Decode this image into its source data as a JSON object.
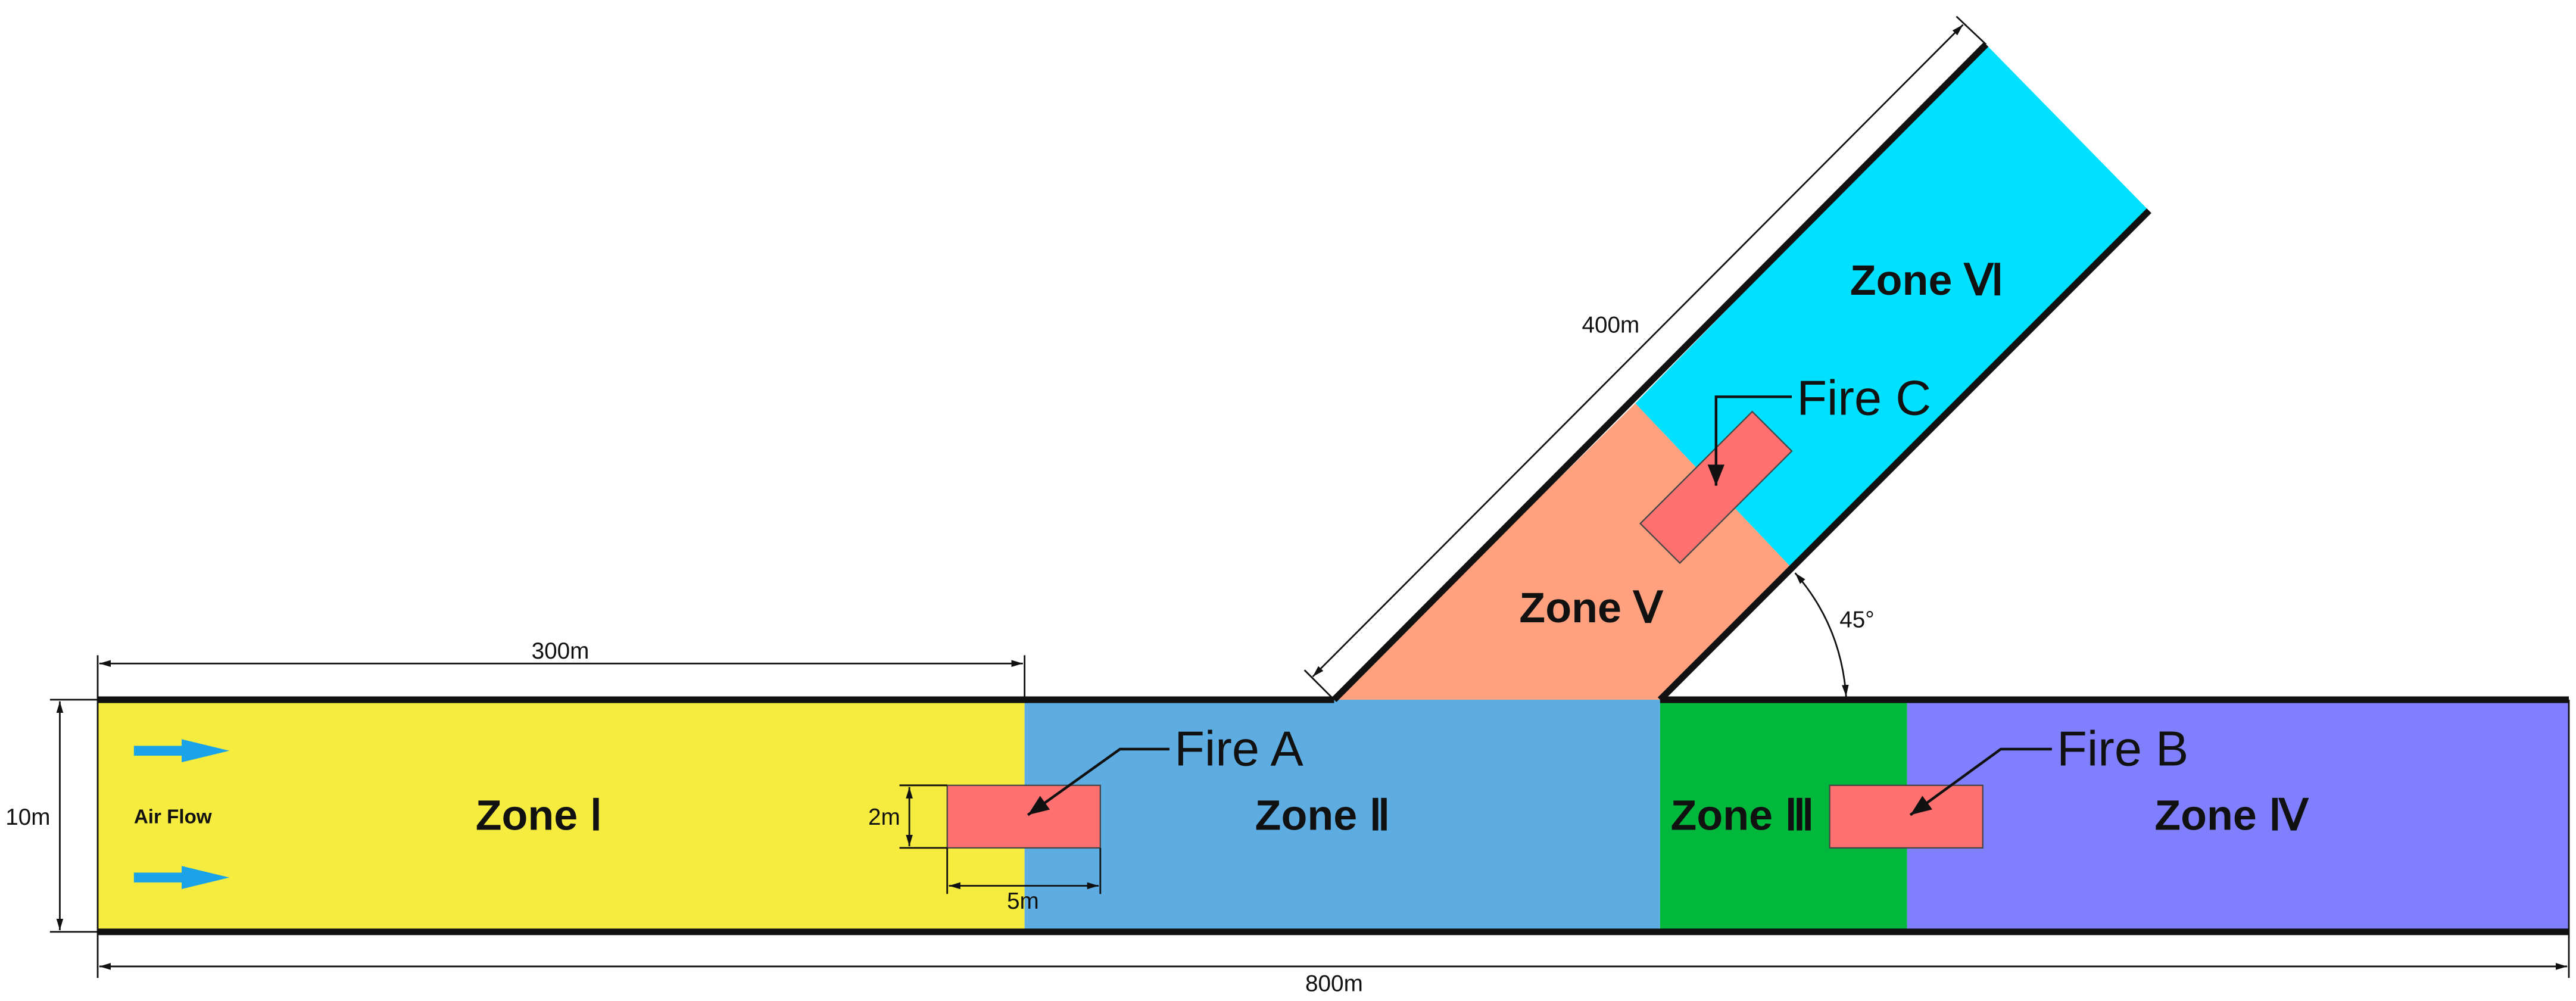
{
  "colors": {
    "zone_1": "#f5ec3f",
    "zone_2": "#5dade2",
    "zone_3": "#00b93c",
    "zone_4": "#8080ff",
    "zone_5": "#ffa07f",
    "zone_6": "#00e1ff",
    "fire": "#ff7070",
    "airflow_arrow": "#1aa3e8",
    "wall": "#111111"
  },
  "zones": {
    "zone_1": "Zone Ⅰ",
    "zone_2": "Zone Ⅱ",
    "zone_3": "Zone Ⅲ",
    "zone_4": "Zone Ⅳ",
    "zone_5": "Zone Ⅴ",
    "zone_6": "Zone Ⅵ"
  },
  "fires": {
    "fire_a": "Fire A",
    "fire_b": "Fire B",
    "fire_c": "Fire C"
  },
  "airflow": {
    "label": "Air Flow",
    "icon": "right-arrow-icon"
  },
  "dimensions": {
    "main_length": "800m",
    "zone1_length": "300m",
    "height": "10m",
    "branch_length": "400m",
    "fire_width": "5m",
    "fire_height": "2m",
    "branch_angle": "45°"
  }
}
